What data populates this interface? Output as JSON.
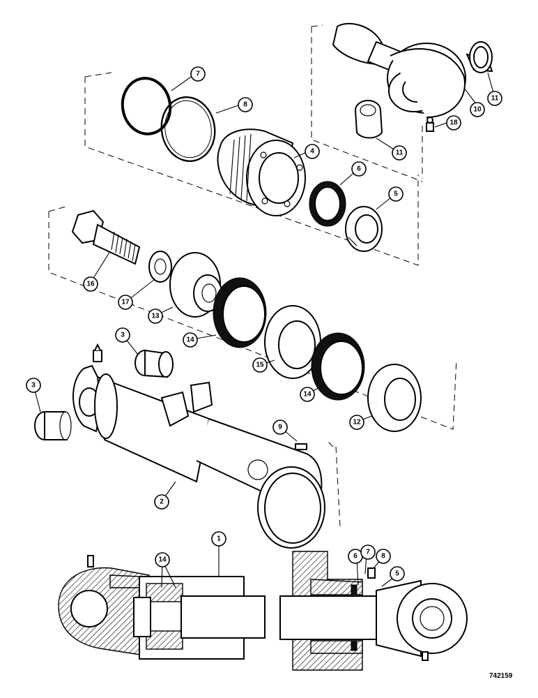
{
  "drawing_number": "742159",
  "callouts": [
    {
      "id": "7",
      "label": "7"
    },
    {
      "id": "8",
      "label": "8"
    },
    {
      "id": "4",
      "label": "4"
    },
    {
      "id": "6",
      "label": "6"
    },
    {
      "id": "5",
      "label": "5"
    },
    {
      "id": "10",
      "label": "10"
    },
    {
      "id": "11a",
      "label": "11"
    },
    {
      "id": "11b",
      "label": "11"
    },
    {
      "id": "18",
      "label": "18"
    },
    {
      "id": "16",
      "label": "16"
    },
    {
      "id": "17",
      "label": "17"
    },
    {
      "id": "13",
      "label": "13"
    },
    {
      "id": "14a",
      "label": "14"
    },
    {
      "id": "15",
      "label": "15"
    },
    {
      "id": "14b",
      "label": "14"
    },
    {
      "id": "12",
      "label": "12"
    },
    {
      "id": "3a",
      "label": "3"
    },
    {
      "id": "3b",
      "label": "3"
    },
    {
      "id": "9",
      "label": "9"
    },
    {
      "id": "2",
      "label": "2"
    },
    {
      "id": "1",
      "label": "1"
    },
    {
      "id": "14c",
      "label": "14"
    },
    {
      "id": "6b",
      "label": "6"
    },
    {
      "id": "7b",
      "label": "7"
    },
    {
      "id": "8b",
      "label": "8"
    },
    {
      "id": "5b",
      "label": "5"
    }
  ]
}
